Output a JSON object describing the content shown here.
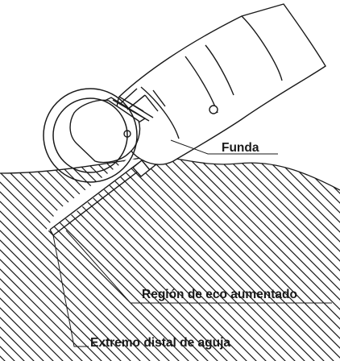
{
  "diagram": {
    "labels": {
      "sheath": "Funda",
      "echo_region": "Región de eco aumentado",
      "needle_tip": "Extremo distal de aguja"
    }
  }
}
